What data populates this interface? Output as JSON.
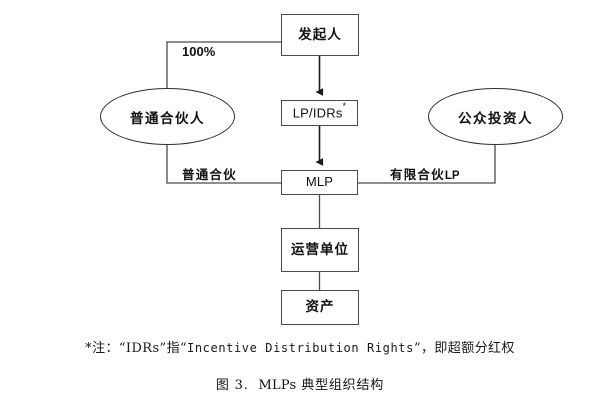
{
  "figure": {
    "caption_prefix": "图 3.",
    "caption_main": "MLPs",
    "caption_suffix": "典型组织结构",
    "footnote_lead": "*注：“IDRs”指“",
    "footnote_term": "Incentive Distribution Rights",
    "footnote_tail": "”，即超额分红权",
    "background_color": "#ffffff",
    "box_border_color": "#4a4a4a",
    "ellipse_border_color": "#2f2f2f",
    "line_color": "#4a4a4a"
  },
  "nodes": {
    "sponsor": {
      "label": "发起人",
      "type": "box"
    },
    "general_partner": {
      "label": "普通合伙人",
      "type": "ellipse"
    },
    "public_investors": {
      "label": "公众投资人",
      "type": "ellipse"
    },
    "lp_idrs": {
      "label": "LP/IDRs",
      "superscript": "*",
      "type": "box"
    },
    "mlp": {
      "label": "MLP",
      "type": "box"
    },
    "operating_unit": {
      "label": "运营单位",
      "type": "box"
    },
    "assets": {
      "label": "资产",
      "type": "box"
    }
  },
  "edges": {
    "sponsor_to_gp": {
      "label": "100%"
    },
    "gp_to_mlp": {
      "label": "普通合伙"
    },
    "investors_to_mlp": {
      "label": "有限合伙",
      "suffix": "LP"
    }
  }
}
